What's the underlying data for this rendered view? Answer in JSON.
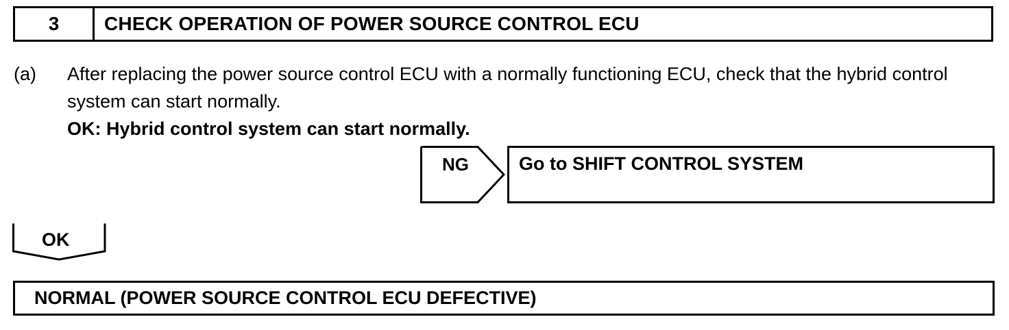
{
  "step": {
    "number": "3",
    "title": "CHECK OPERATION OF POWER SOURCE CONTROL ECU"
  },
  "instruction": {
    "marker": "(a)",
    "text": "After replacing the power source control ECU with a normally functioning ECU, check that the hybrid control system can start normally.",
    "ok_criteria": "OK: Hybrid control system can start normally."
  },
  "ng_branch": {
    "tag": "NG",
    "action": "Go to SHIFT CONTROL SYSTEM"
  },
  "ok_branch": {
    "tag": "OK"
  },
  "result": {
    "text": "NORMAL (POWER SOURCE CONTROL ECU DEFECTIVE)"
  }
}
